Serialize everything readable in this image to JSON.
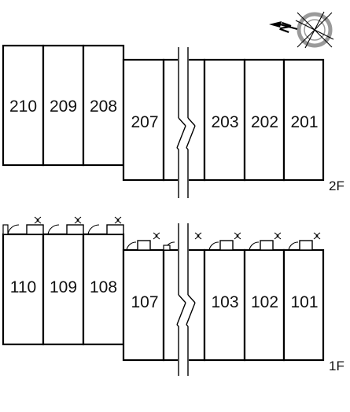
{
  "compass": {
    "label": "N",
    "icon": "compass-rose-icon"
  },
  "floors": [
    {
      "key": "2F",
      "label": "2F",
      "left_rooms": [
        "210",
        "209",
        "208"
      ],
      "right_rooms": [
        "207",
        "203",
        "202",
        "201"
      ]
    },
    {
      "key": "1F",
      "label": "1F",
      "left_rooms": [
        "110",
        "109",
        "108"
      ],
      "right_rooms": [
        "107",
        "103",
        "102",
        "101"
      ]
    }
  ]
}
